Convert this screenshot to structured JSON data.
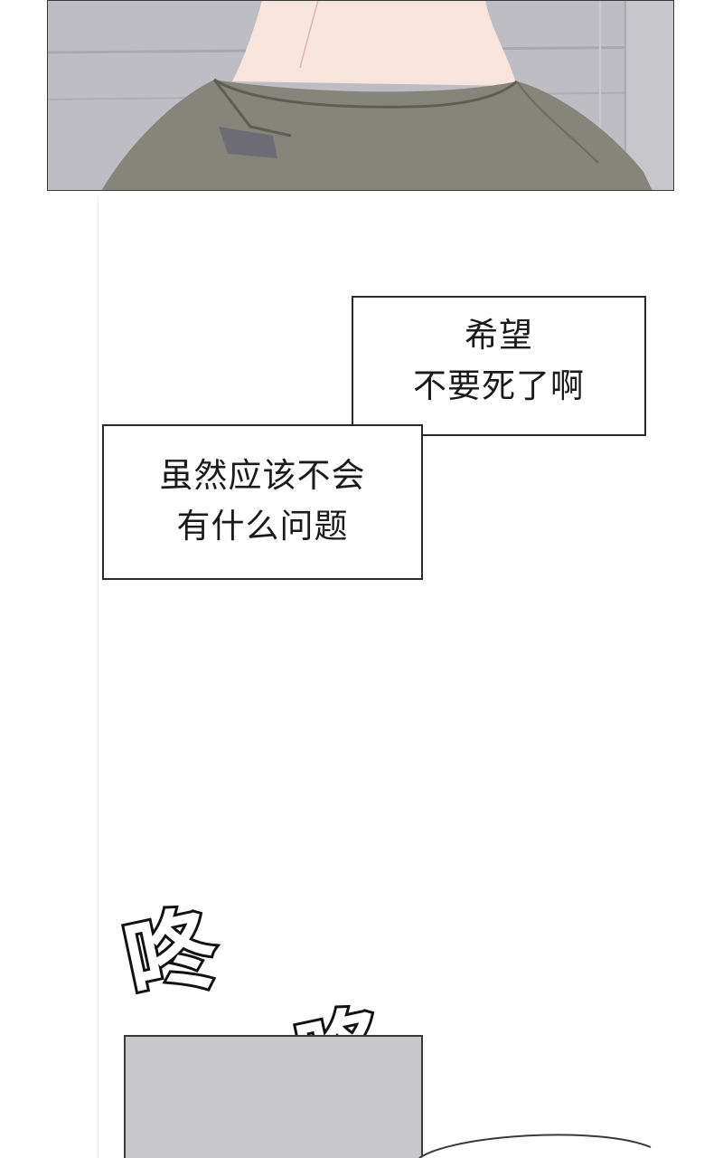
{
  "captions": [
    {
      "lines": [
        "希望",
        "不要死了啊"
      ]
    },
    {
      "lines": [
        "虽然应该不会",
        "有什么问题"
      ]
    }
  ],
  "sound_effects": [
    "咚",
    "咚"
  ],
  "colors": {
    "background": "#ffffff",
    "panel_border": "#2a2a2a",
    "wall_gray": "#b9b9bf",
    "skin": "#f7e4dc",
    "shirt": "#86857b",
    "bottom_panel": "#c8c8cb"
  }
}
